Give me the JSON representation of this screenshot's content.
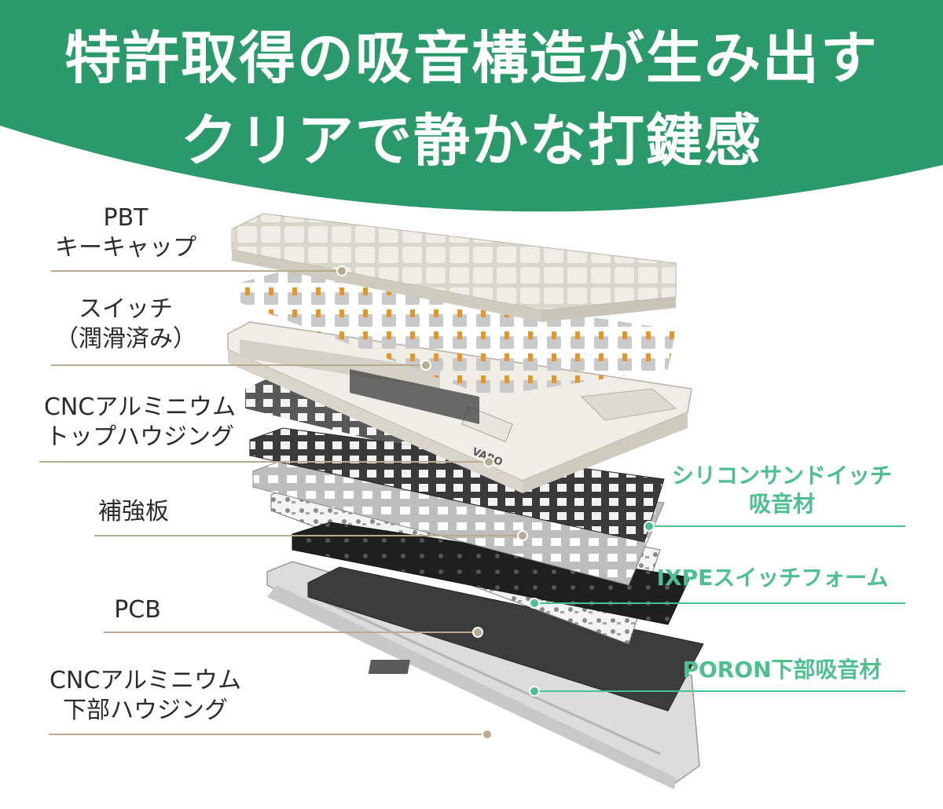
{
  "header": {
    "line1": "特許取得の吸音構造が生み出す",
    "line2": "クリアで静かな打鍵感",
    "bg_color": "#2a9a6b"
  },
  "left_labels": {
    "keycap": [
      "PBT",
      "キーキャップ"
    ],
    "switch": [
      "スイッチ",
      "（潤滑済み）"
    ],
    "top_housing": [
      "CNCアルミニウム",
      "トップハウジング"
    ],
    "plate": [
      "補強板"
    ],
    "pcb": [
      "PCB"
    ],
    "bottom_housing": [
      "CNCアルミニウム",
      "下部ハウジング"
    ]
  },
  "right_labels": {
    "silicone": [
      "シリコンサンドイッチ",
      "吸音材"
    ],
    "ixpe": [
      "IXPEスイッチフォーム"
    ],
    "poron": [
      "PORON下部吸音材"
    ]
  },
  "brand_mark": "VARO",
  "colors": {
    "left_line": "#b9ab8e",
    "right_accent": "#4cc08f",
    "text": "#2b2b2b"
  }
}
